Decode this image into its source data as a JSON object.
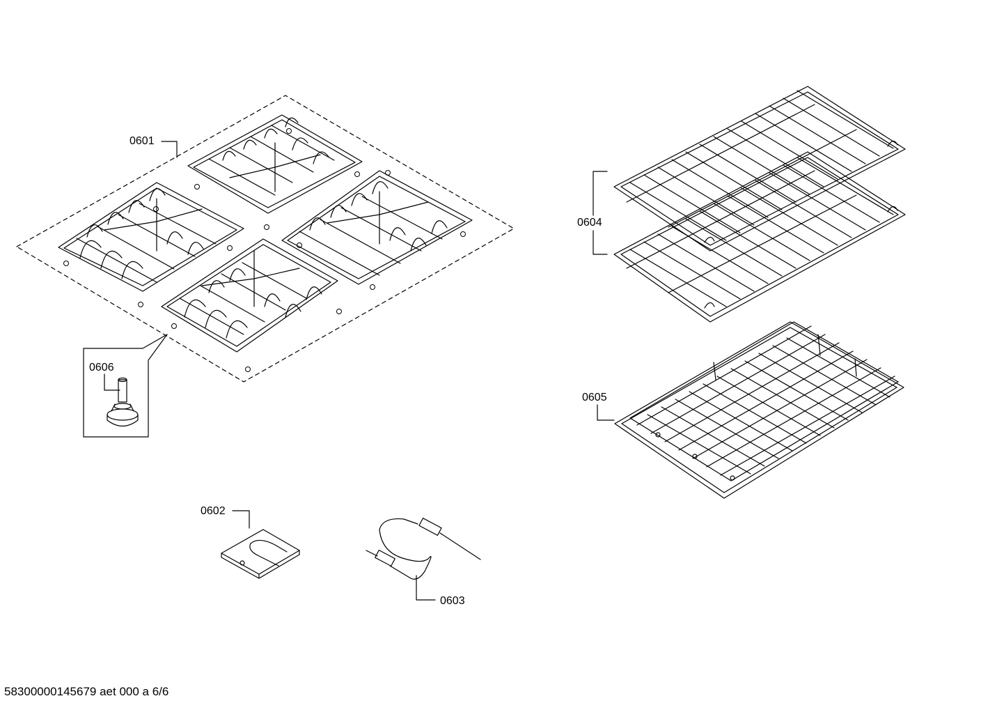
{
  "parts": [
    {
      "id": "grates",
      "label": "0601"
    },
    {
      "id": "bracket",
      "label": "0602"
    },
    {
      "id": "probe",
      "label": "0603"
    },
    {
      "id": "racks",
      "label": "0604"
    },
    {
      "id": "roller-rack",
      "label": "0605"
    },
    {
      "id": "foot",
      "label": "0606"
    }
  ],
  "footer": "58300000145679 aet 000 a 6/6",
  "colors": {
    "line": "#000000",
    "background": "#ffffff"
  }
}
